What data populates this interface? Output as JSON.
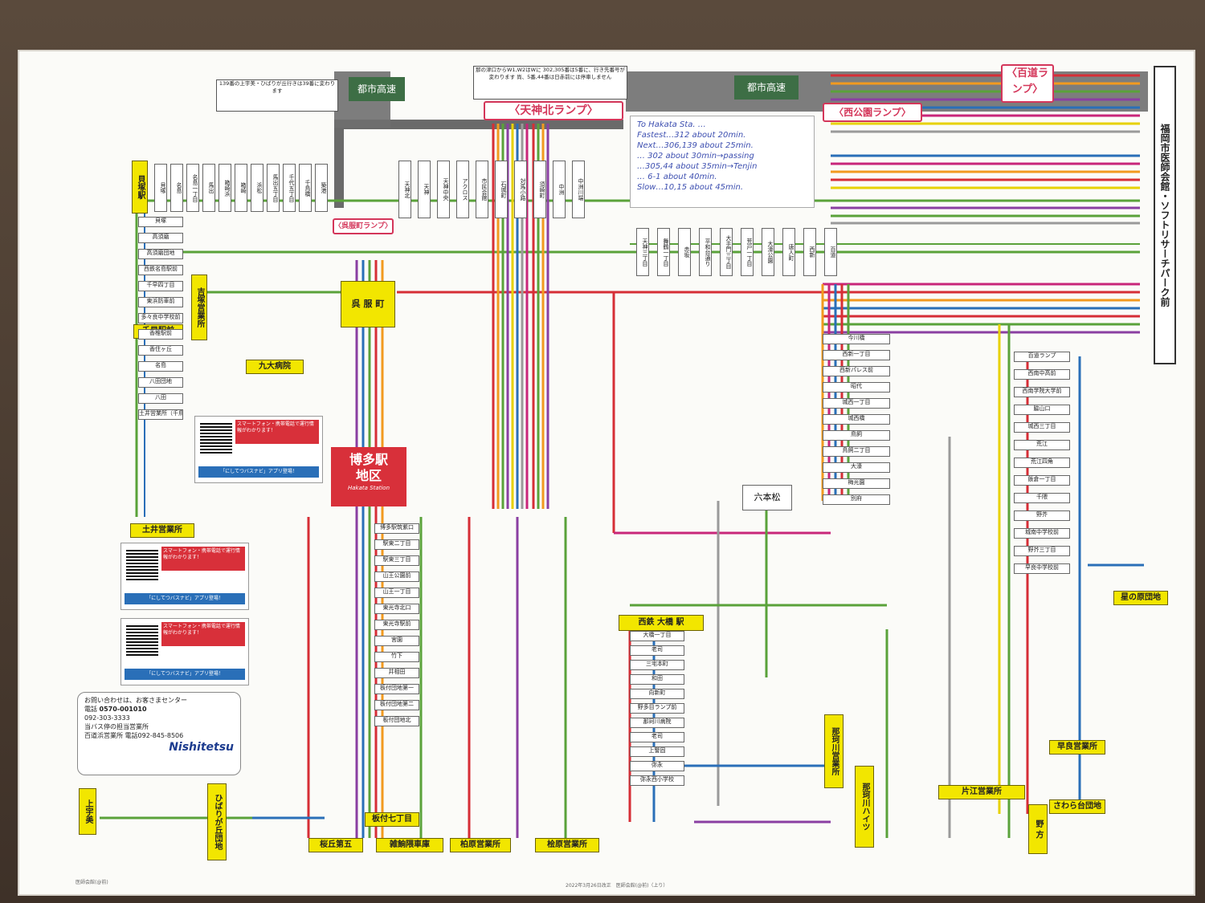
{
  "highway_labels": [
    "都市高速",
    "都市高速"
  ],
  "ramps": {
    "tenjin_kita": "〈天神北ランプ〉",
    "nishi_koen": "〈西公園ランプ〉",
    "momochi": "〈百道ランプ〉",
    "gofukumachi": "〈呉服町ランプ〉"
  },
  "notes": {
    "route139": "139番の上宇美・ひばりが丘行きは39番に変わります",
    "route302": "那の津口からW1,W2はWに 302,305番は5番に、行き先番号が変わります 尚、5番,44番は日赤前には停車しません"
  },
  "travel_info": {
    "line1": "To Hakata Sta. …",
    "line2": "Fastest…312 about 20min.",
    "line3": "Next…306,139 about 25min.",
    "line4": "… 302 about 30min→passing",
    "line5": "…305,44 about 35min→Tenjin",
    "line6": "… 6-1 about 40min.",
    "line7": "Slow…10,15 about 45min."
  },
  "hubs": {
    "hakata_line1": "博多駅",
    "hakata_line2": "地区",
    "hakata_en": "Hakata Station",
    "gofukumachi": "呉 服 町",
    "roppon": "六本松"
  },
  "terminals": {
    "kaizuka": "貝塚駅",
    "chihaya": "千早駅前",
    "yoshizuka": "吉塚営業所",
    "kyudai": "九大病院",
    "doi": "土井営業所",
    "kamiumi": "上宇美",
    "hibarigaoka": "ひばりが丘団地",
    "sakuragaoka": "桜丘第五",
    "itazuke": "板付七丁目",
    "zasshonokuma": "雑餉隈車庫",
    "kashiwara": "柏原営業所",
    "matsubara": "桧原営業所",
    "nishitetsu_ohashi": "西鉄 大橋 駅",
    "nakagawa": "那珂川営業所",
    "nakagawa_heights": "那珂川ハイツ",
    "katae": "片江営業所",
    "noke": "野 方",
    "sawara_eigyo": "早良営業所",
    "sawaradai": "さわら台団地",
    "hoshinohara": "星の原団地",
    "ishikai": "福岡市医師会館・ソフトリサーチパーク前"
  },
  "stops": {
    "kashii_line": [
      "貝塚",
      "名島",
      "名島一丁目",
      "馬出",
      "箱崎浜",
      "箱崎",
      "浜松",
      "馬出五丁目",
      "千代五丁目",
      "千鳥橋",
      "築港"
    ],
    "left_column": [
      "貝塚",
      "高須磨",
      "高須磨団地",
      "西鉄名島駅前",
      "千早四丁目",
      "東浜防車前",
      "多々良中学校前",
      "香椎駅前",
      "香住ヶ丘",
      "名島",
      "八田団地",
      "八田",
      "土井営業所（千鳥ずし前）"
    ],
    "tenjin_area": [
      "天神北",
      "天神",
      "天神中央",
      "アクロス",
      "市民会館",
      "石城町",
      "対馬小路",
      "須崎町",
      "中洲",
      "中洲川端"
    ],
    "tenjin_stops": [
      "天神三丁目",
      "舞鶴一丁目",
      "赤坂",
      "平和台通り",
      "大手門三丁目",
      "荒戸一丁目",
      "大濠公園",
      "唐人町",
      "西新",
      "百道"
    ],
    "hakata_south": [
      "博多駅筑紫口",
      "駅東二丁目",
      "駅東三丁目",
      "山王公園前",
      "山王一丁目",
      "東光寺北口",
      "東光寺駅前",
      "宮園",
      "竹下",
      "井相田",
      "板付団地第一",
      "板付団地第二",
      "板付団地北"
    ],
    "nakagawa_line": [
      "大橋一丁目",
      "老司",
      "三宅本町",
      "和田",
      "向新町",
      "野多目ランプ前",
      "那珂川病院",
      "老司",
      "上警固",
      "弥永",
      "弥永西小学校"
    ],
    "west_line": [
      "今川橋",
      "西新一丁目",
      "西新パレス前",
      "昭代",
      "城西一丁目",
      "城西橋",
      "鳥飼",
      "鳥飼二丁目",
      "大濠",
      "梅光園",
      "別府"
    ],
    "right_column": [
      "百道ランプ",
      "西南中高前",
      "西南学院大学前",
      "脇山口",
      "城西三丁目",
      "荒江",
      "荒江四角",
      "飯倉一丁目",
      "千隈",
      "野芥",
      "城南中学校前",
      "野芥三丁目",
      "早良中学校前"
    ]
  },
  "info_panel": {
    "title": "お問い合わせは、お客さまセンター",
    "phone_label": "電話",
    "phone": "0570-001010",
    "fax": "092-303-3333",
    "office_label": "当バス停の担当営業所",
    "office": "百道浜営業所",
    "office_phone": "電話092-845-8506",
    "brand": "Nishitetsu"
  },
  "promo": {
    "headline": "スマートフォン・携帯電話で運行情報がわかります！",
    "app": "「にしてつバスナビ」アプリ登場！"
  },
  "footer": {
    "left": "医師会館(@前)",
    "center": "2022年3月26日改正　医師会館(@前)（上り）"
  },
  "route_colors": {
    "red": "#d62e36",
    "green": "#5aa23a",
    "orange": "#f29a1f",
    "purple": "#8a3fa2",
    "blue": "#2a6fb8",
    "yellow": "#e7d100",
    "gray": "#9a9a9a",
    "magenta": "#c8267a"
  }
}
